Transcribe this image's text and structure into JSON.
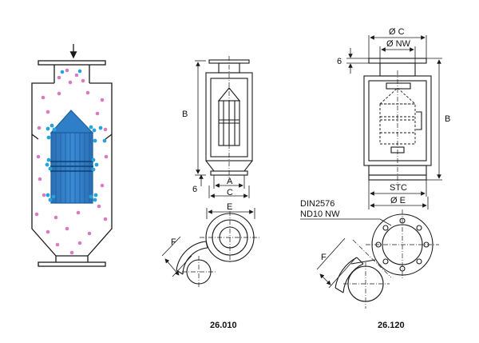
{
  "colors": {
    "line": "#1a1a1a",
    "filter_blue": "#2f7fc8",
    "filter_blue_dark": "#1d5f9e",
    "particle_blue": "#27a3dc",
    "particle_pink": "#d77bc3"
  },
  "model_a": {
    "caption": "26.010",
    "dim_A": "A",
    "dim_B": "B",
    "dim_C": "C",
    "dim_E": "E",
    "dim_F": "F",
    "dim_6": "6"
  },
  "model_b": {
    "caption": "26.120",
    "dim_C": "Ø C",
    "dim_NW": "Ø NW",
    "dim_B": "B",
    "dim_6": "6",
    "dim_STC": "STC",
    "dim_E": "Ø E",
    "dim_F": "F",
    "flange_line1": "DIN2576",
    "flange_line2": "ND10 NW"
  }
}
